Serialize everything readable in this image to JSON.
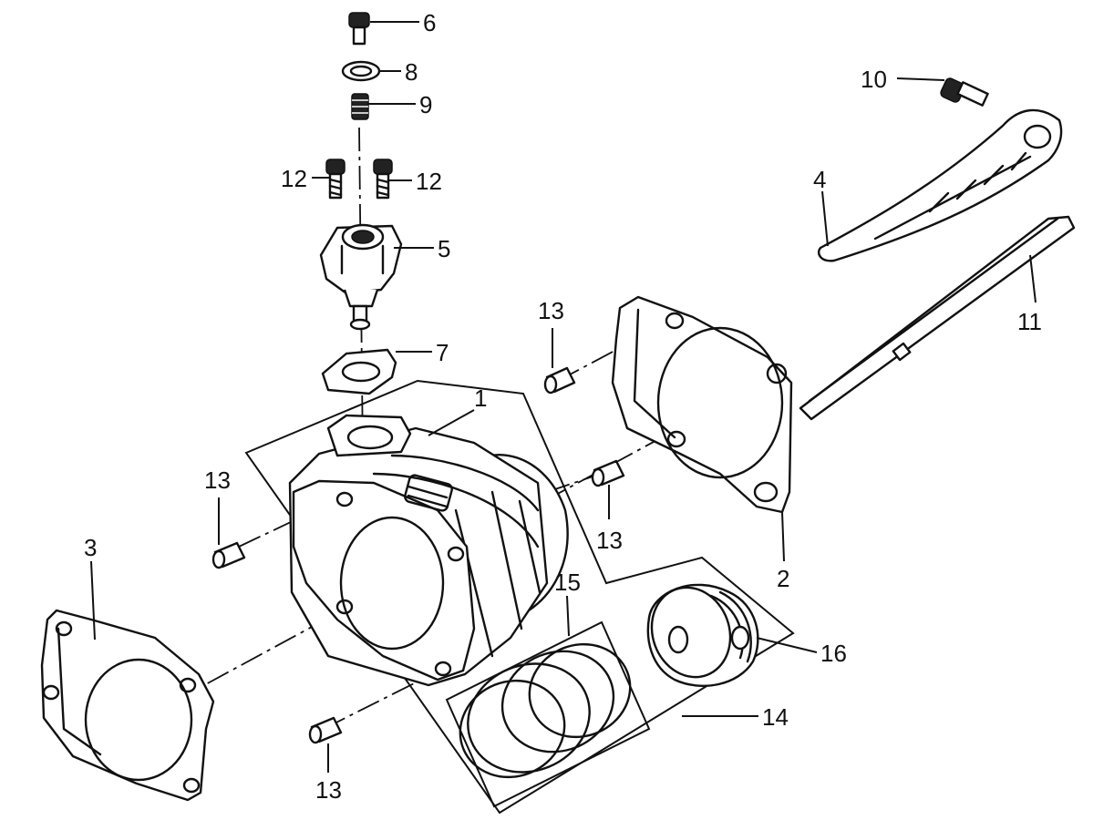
{
  "callouts": {
    "c1": "1",
    "c2": "2",
    "c3": "3",
    "c4": "4",
    "c5": "5",
    "c6": "6",
    "c7": "7",
    "c8": "8",
    "c9": "9",
    "c10": "10",
    "c11": "11",
    "c12a": "12",
    "c12b": "12",
    "c13a": "13",
    "c13b": "13",
    "c13c": "13",
    "c13d": "13",
    "c14": "14",
    "c15": "15",
    "c16": "16"
  },
  "colors": {
    "ink": "#111111",
    "paper": "#ffffff"
  }
}
